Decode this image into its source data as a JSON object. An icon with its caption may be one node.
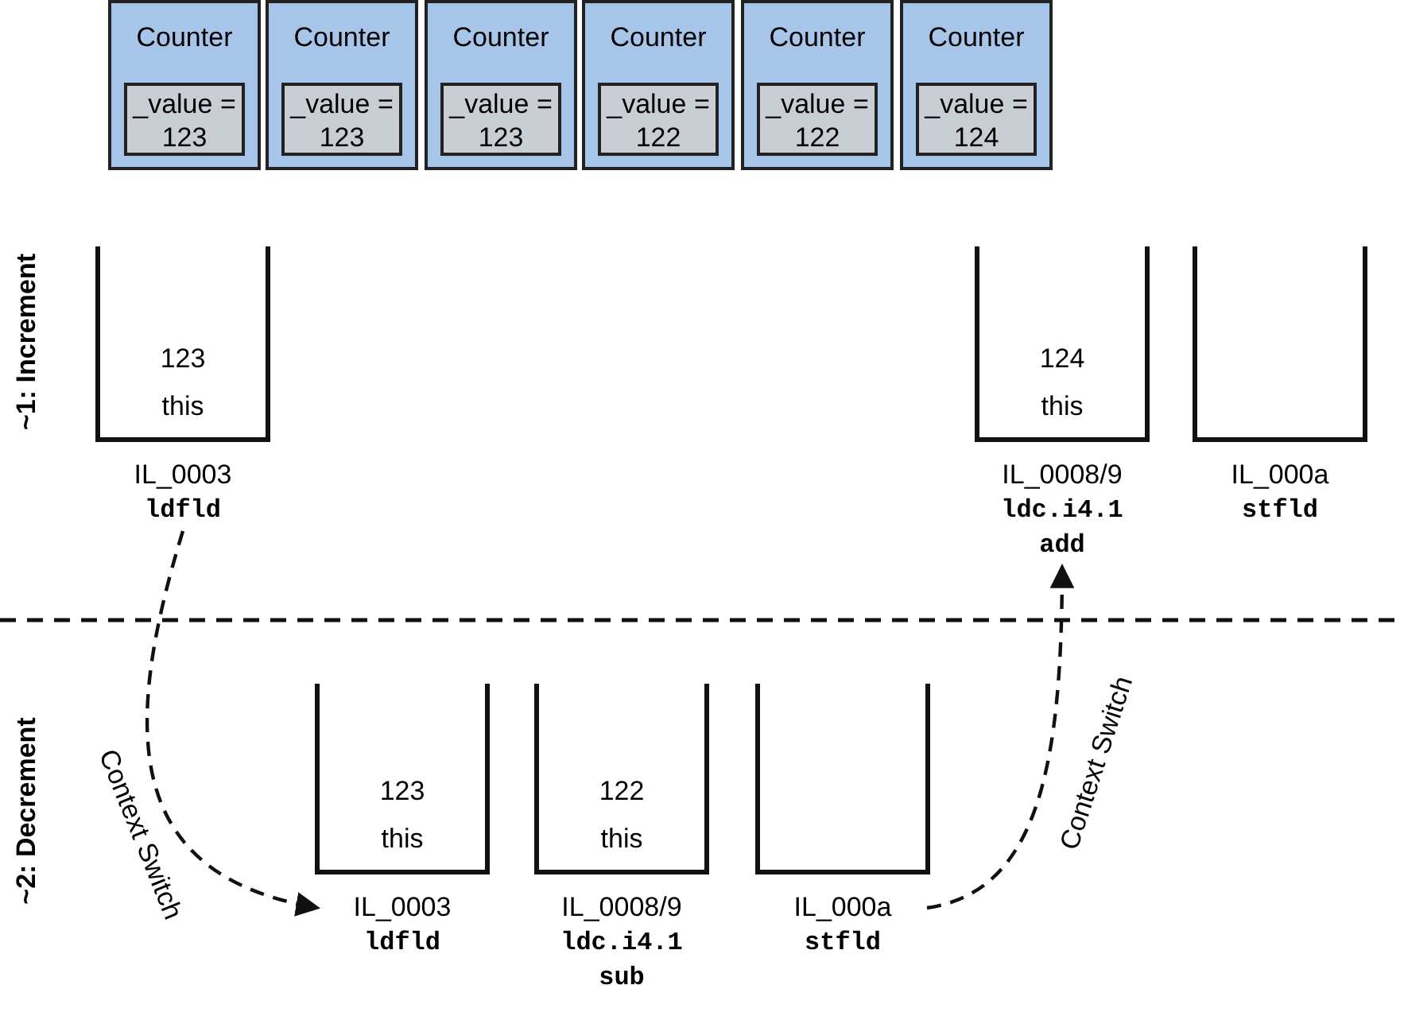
{
  "diagram": {
    "nodes": [
      {
        "text": [
          "Counter"
        ]
      },
      {
        "text": [
          "_value = 123"
        ],
        "in": 0
      },
      {
        "text": [
          "Counter"
        ]
      },
      {
        "text": [
          "_value = 123"
        ],
        "in": 2
      },
      {
        "text": [
          "Counter"
        ]
      },
      {
        "text": [
          "_value = 123"
        ],
        "in": 4
      },
      {
        "text": [
          "Counter"
        ]
      },
      {
        "text": [
          "_value = 122"
        ],
        "in": 6
      },
      {
        "text": [
          "Counter"
        ]
      },
      {
        "text": [
          "_value = 122"
        ],
        "in": 8
      },
      {
        "text": [
          "Counter"
        ]
      },
      {
        "text": [
          "_value = 124"
        ],
        "in": 10
      },
      {
        "text": [
          "123",
          "this"
        ],
        "beside": [
          "IL_0003",
          "ldfld"
        ]
      },
      {
        "text": [
          "124",
          "this"
        ],
        "beside": [
          "IL_0008/9",
          "ldc.i4.1",
          "add"
        ]
      },
      {
        "text": [],
        "shape": "box",
        "beside": [
          "IL_000a",
          "stfld"
        ]
      },
      {
        "text": [
          "123",
          "this"
        ],
        "beside": [
          "IL_0003",
          "ldfld"
        ]
      },
      {
        "text": [
          "122",
          "this"
        ],
        "beside": [
          "IL_0008/9",
          "ldc.i4.1",
          "sub"
        ]
      },
      {
        "text": [],
        "shape": "box",
        "beside": [
          "IL_000a",
          "stfld"
        ]
      }
    ],
    "edges": [
      {
        "from": 12,
        "to": 15,
        "arrow": "to",
        "style": "dashed",
        "label": "Context Switch"
      },
      {
        "from": 17,
        "to": 13,
        "arrow": "to",
        "style": "dashed",
        "label": "Context Switch"
      }
    ],
    "labels": [
      "~1: Increment",
      "~2: Decrement"
    ]
  }
}
